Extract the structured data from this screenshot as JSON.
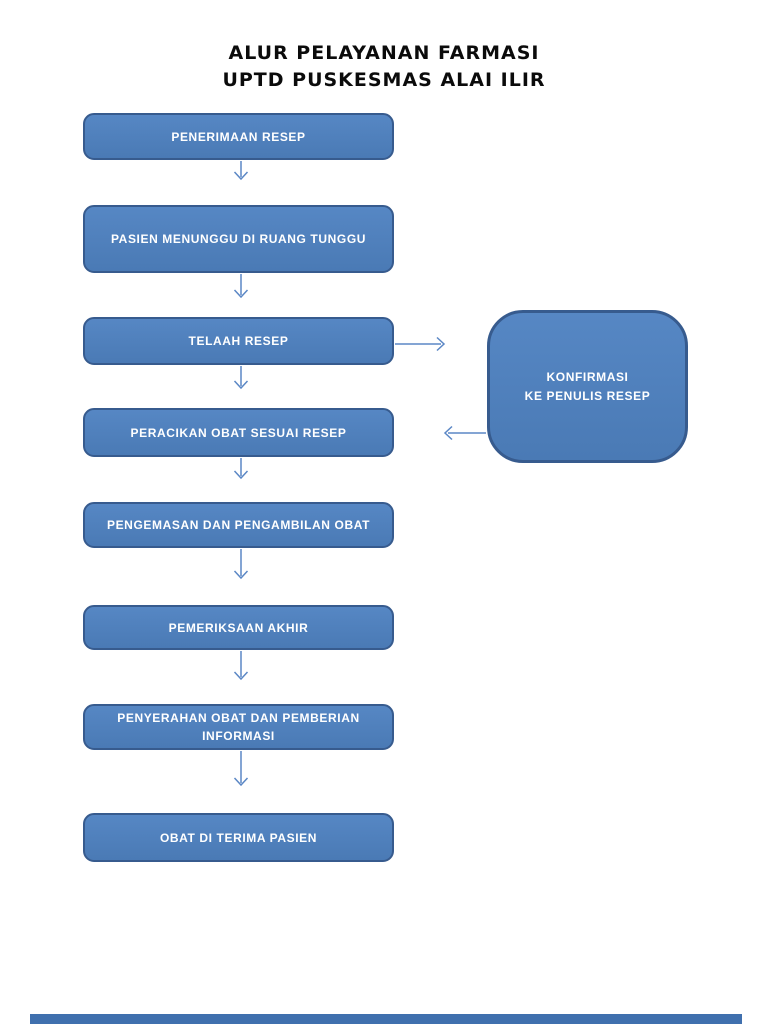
{
  "title": {
    "line1": "ALUR PELAYANAN FARMASI",
    "line2": "UPTD PUSKESMAS ALAI ILIR"
  },
  "flow": {
    "steps": [
      {
        "label": "PENERIMAAN RESEP"
      },
      {
        "label": "PASIEN MENUNGGU DI RUANG TUNGGU"
      },
      {
        "label": "TELAAH RESEP"
      },
      {
        "label": "PERACIKAN OBAT SESUAI RESEP"
      },
      {
        "label": "PENGEMASAN DAN PENGAMBILAN OBAT"
      },
      {
        "label": "PEMERIKSAAN AKHIR"
      },
      {
        "label": "PENYERAHAN OBAT DAN PEMBERIAN INFORMASI"
      },
      {
        "label": "OBAT DI TERIMA PASIEN"
      }
    ],
    "side_box": {
      "line1": "KONFIRMASI",
      "line2": "KE PENULIS RESEP"
    }
  },
  "colors": {
    "box_fill": "#4f81bd",
    "box_border": "#375b8e",
    "arrow": "#5b87c5",
    "box_text": "#ffffff",
    "title_text": "#0b0b0b",
    "footer_strip": "#4070ae"
  }
}
